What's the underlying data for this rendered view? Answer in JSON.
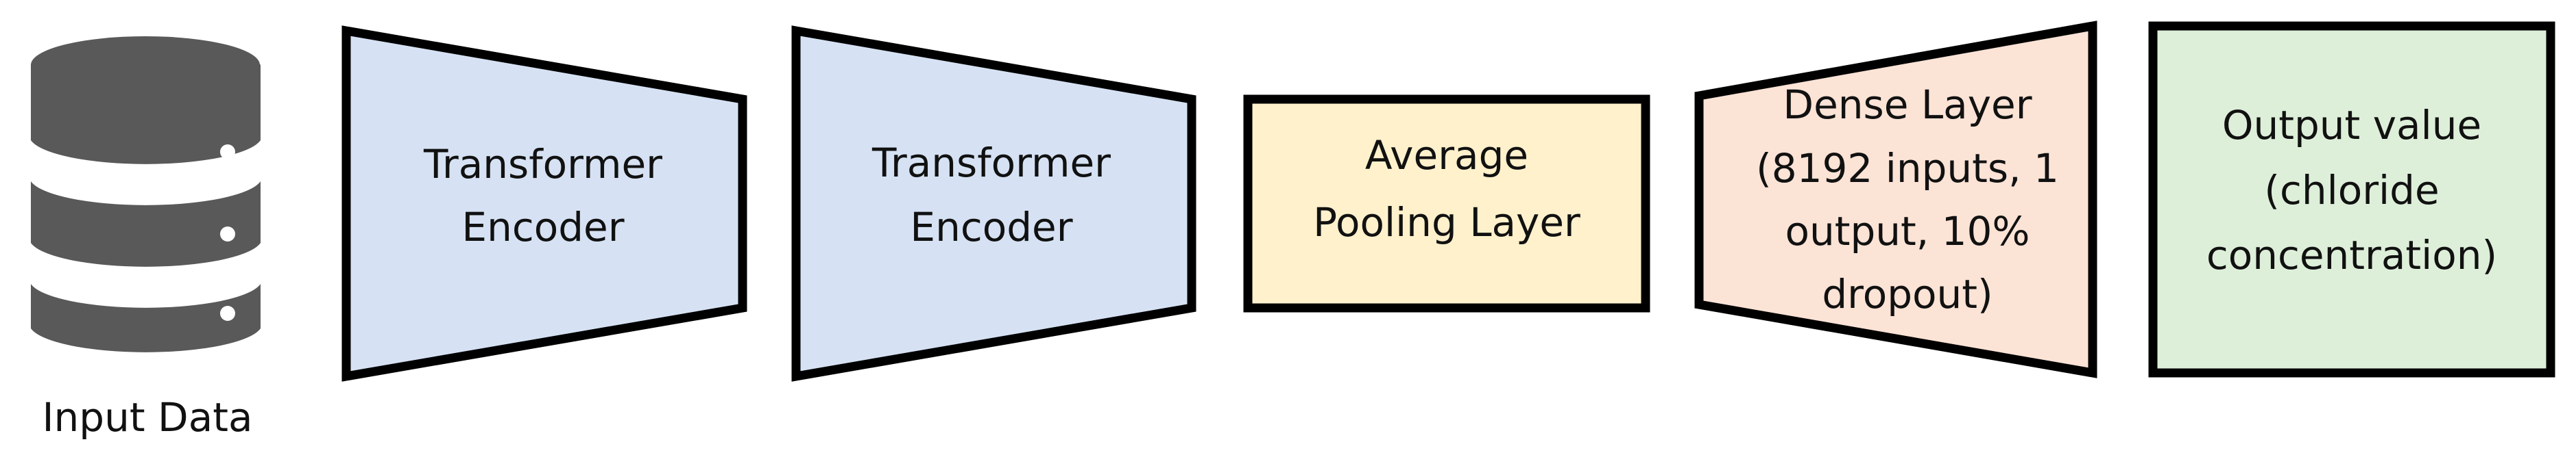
{
  "colors": {
    "encoder_fill": "#D6E2F3",
    "pooling_fill": "#FEF1CC",
    "dense_fill": "#FBE3D6",
    "output_fill": "#DDEFD9",
    "database_fill": "#595959",
    "database_dot": "#FFFFFF",
    "stroke": "#000000"
  },
  "input": {
    "icon": "database-icon",
    "label": "Input Data"
  },
  "encoder1": {
    "line1": "Transformer",
    "line2": "Encoder"
  },
  "encoder2": {
    "line1": "Transformer",
    "line2": "Encoder"
  },
  "pooling": {
    "line1": "Average",
    "line2": "Pooling Layer"
  },
  "dense": {
    "line1": "Dense Layer",
    "line2": "(8192 inputs, 1",
    "line3": "output, 10%",
    "line4": "dropout)"
  },
  "output": {
    "line1": "Output value",
    "line2": "(chloride",
    "line3": "concentration)"
  }
}
